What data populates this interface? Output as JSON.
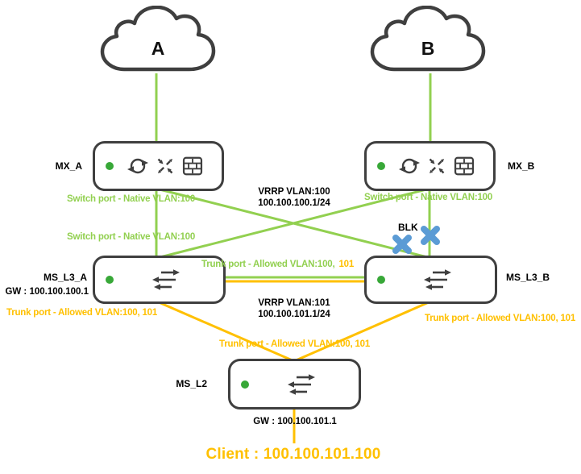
{
  "colors": {
    "green": "#92d050",
    "orange": "#ffc000",
    "blue": "#5b9bd5",
    "dark": "#3f3f3f",
    "dot": "#38a838"
  },
  "clouds": {
    "a": {
      "label": "A"
    },
    "b": {
      "label": "B"
    }
  },
  "devices": {
    "mx_a": {
      "label": "MX_A"
    },
    "mx_b": {
      "label": "MX_B"
    },
    "ms_l3_a": {
      "label": "MS_L3_A",
      "gateway": "GW : 100.100.100.1"
    },
    "ms_l3_b": {
      "label": "MS_L3_B"
    },
    "ms_l2": {
      "label": "MS_L2",
      "gateway": "GW : 100.100.101.1"
    }
  },
  "annotations": {
    "vrrp_vlan100": {
      "title": "VRRP VLAN:100",
      "ip": "100.100.100.1/24"
    },
    "vrrp_vlan101": {
      "title": "VRRP VLAN:101",
      "ip": "100.100.101.1/24"
    },
    "switch_port_left_upper": "Switch port - Native VLAN:100",
    "switch_port_left_lower": "Switch port - Native VLAN:100",
    "switch_port_right": "Switch port - Native VLAN:100",
    "trunk_mid": {
      "green": "Trunk port - Allowed VLAN:100,",
      "orange": "101"
    },
    "trunk_left": "Trunk port - Allowed VLAN:100, 101",
    "trunk_right": "Trunk port - Allowed VLAN:100, 101",
    "trunk_bottom": "Trunk port - Allowed VLAN:100, 101",
    "blocked": "BLK"
  },
  "client": {
    "label": "Client : 100.100.101.100"
  }
}
